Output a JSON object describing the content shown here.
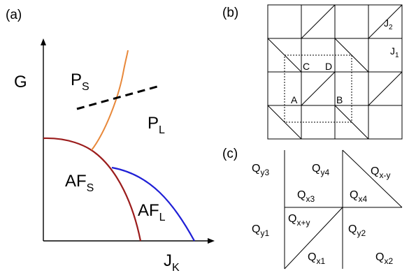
{
  "panel_a": {
    "label": "(a)",
    "y_axis_label": "G",
    "x_axis_label": {
      "main": "J",
      "sub": "K"
    },
    "regions": [
      {
        "main": "P",
        "sub": "S"
      },
      {
        "main": "P",
        "sub": "L"
      },
      {
        "main": "AF",
        "sub": "S"
      },
      {
        "main": "AF",
        "sub": "L"
      }
    ],
    "colors": {
      "orange_line": "#e8883a",
      "darkred_line": "#9b1c1c",
      "blue_line": "#1f1fd6",
      "dashed_line": "#000000"
    }
  },
  "panel_b": {
    "label": "(b)",
    "couplings": [
      {
        "main": "J",
        "sub": "2"
      },
      {
        "main": "J",
        "sub": "1"
      }
    ],
    "sites": [
      "A",
      "B",
      "C",
      "D"
    ]
  },
  "panel_c": {
    "label": "(c)",
    "wavevectors": [
      {
        "main": "Q",
        "sub": "y3"
      },
      {
        "main": "Q",
        "sub": "y4"
      },
      {
        "main": "Q",
        "sub": "x-y"
      },
      {
        "main": "Q",
        "sub": "x3"
      },
      {
        "main": "Q",
        "sub": "x4"
      },
      {
        "main": "Q",
        "sub": "y1"
      },
      {
        "main": "Q",
        "sub": "x+y"
      },
      {
        "main": "Q",
        "sub": "y2"
      },
      {
        "main": "Q",
        "sub": "x1"
      },
      {
        "main": "Q",
        "sub": "x2"
      }
    ]
  }
}
